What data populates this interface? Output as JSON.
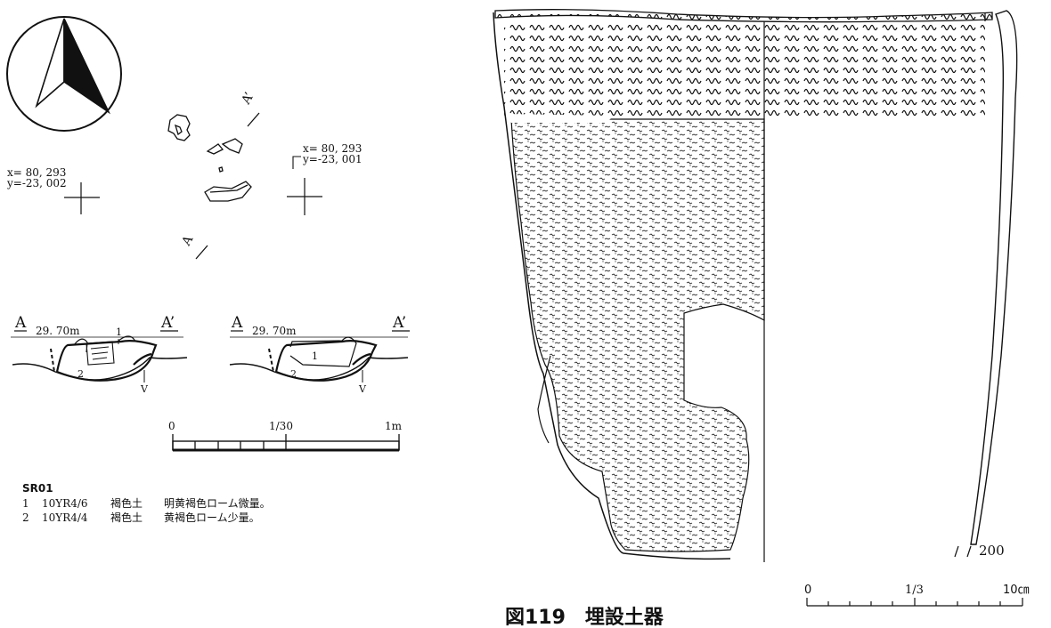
{
  "figure": {
    "caption": "図119　埋設土器",
    "number": "200"
  },
  "plan": {
    "coords_left": [
      "x= 80, 293",
      "y=-23, 002"
    ],
    "coords_right": [
      "x= 80, 293",
      "y=-23, 001"
    ],
    "section_a": "A",
    "section_a_prime": "A’"
  },
  "sections": {
    "left": {
      "a": "A",
      "a_prime": "A’",
      "elevation": "29. 70m",
      "layer1": "1",
      "layer2": "2",
      "v": "V"
    },
    "right": {
      "a": "A",
      "a_prime": "A’",
      "elevation": "29. 70m",
      "layer1": "1",
      "layer2": "2",
      "v": "V"
    }
  },
  "scale_small": {
    "zero": "0",
    "ratio": "1/30",
    "end": "1m"
  },
  "scale_large": {
    "zero": "0",
    "ratio": "1/3",
    "end": "10㎝"
  },
  "legend": {
    "title": "SR01",
    "rows": [
      {
        "no": "1",
        "code": "10YR4/6",
        "soil": "褐色土",
        "note": "明黄褐色ローム微量。"
      },
      {
        "no": "2",
        "code": "10YR4/4",
        "soil": "褐色土",
        "note": "黄褐色ローム少量。"
      }
    ]
  },
  "colors": {
    "ink": "#111111",
    "paper": "#ffffff"
  }
}
